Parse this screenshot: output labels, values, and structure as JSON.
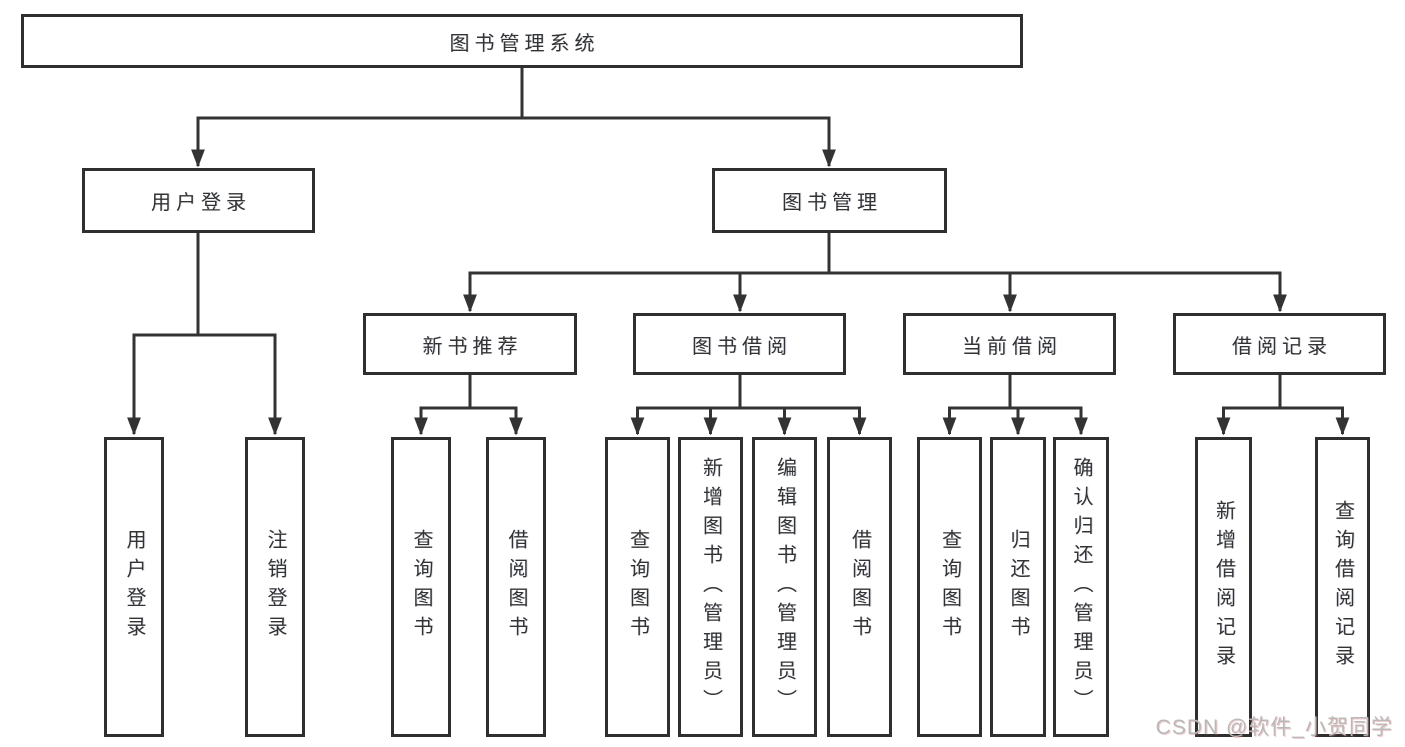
{
  "diagram": {
    "root": {
      "label": "图书管理系统"
    },
    "level2": [
      {
        "label": "用户登录",
        "parent": "图书管理系统"
      },
      {
        "label": "图书管理",
        "parent": "图书管理系统"
      }
    ],
    "level3": [
      {
        "label": "新书推荐",
        "parent": "图书管理"
      },
      {
        "label": "图书借阅",
        "parent": "图书管理"
      },
      {
        "label": "当前借阅",
        "parent": "图书管理"
      },
      {
        "label": "借阅记录",
        "parent": "图书管理"
      }
    ],
    "leaves": [
      {
        "label": "用户登录",
        "parent": "用户登录"
      },
      {
        "label": "注销登录",
        "parent": "用户登录"
      },
      {
        "label": "查询图书",
        "parent": "新书推荐"
      },
      {
        "label": "借阅图书",
        "parent": "新书推荐"
      },
      {
        "label": "查询图书",
        "parent": "图书借阅"
      },
      {
        "label": "新增图书（管理员）",
        "parent": "图书借阅"
      },
      {
        "label": "编辑图书（管理员）",
        "parent": "图书借阅"
      },
      {
        "label": "借阅图书",
        "parent": "图书借阅"
      },
      {
        "label": "查询图书",
        "parent": "当前借阅"
      },
      {
        "label": "归还图书",
        "parent": "当前借阅"
      },
      {
        "label": "确认归还（管理员）",
        "parent": "当前借阅"
      },
      {
        "label": "新增借阅记录",
        "parent": "借阅记录"
      },
      {
        "label": "查询借阅记录",
        "parent": "借阅记录"
      }
    ]
  },
  "watermark": {
    "text": "CSDN @软件_小贺同学"
  },
  "colors": {
    "line": "#333333",
    "box_border": "#2f2f2f",
    "text": "#333333",
    "watermark": "#b9b9b9",
    "background": "#ffffff"
  }
}
